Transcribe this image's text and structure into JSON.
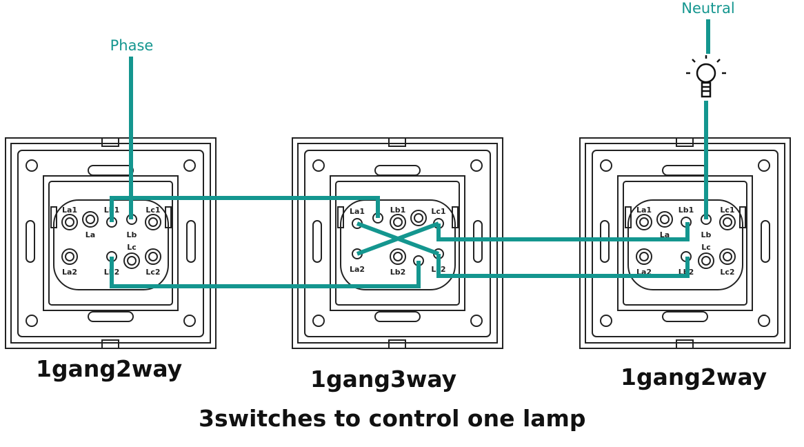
{
  "wire_color": "#14968f",
  "labels": {
    "phase": "Phase",
    "neutral": "Neutral",
    "switch_left": "1gang2way",
    "switch_middle": "1gang3way",
    "switch_right": "1gang2way",
    "caption": "3switches to control one lamp"
  },
  "terminals_2way": [
    "La1",
    "La",
    "Lb1",
    "Lb",
    "Lc1",
    "La2",
    "Lb2",
    "Lc",
    "Lc2"
  ],
  "terminals_3way": [
    "La1",
    "Lb1",
    "Lc1",
    "La2",
    "Lb2",
    "Lc2"
  ]
}
